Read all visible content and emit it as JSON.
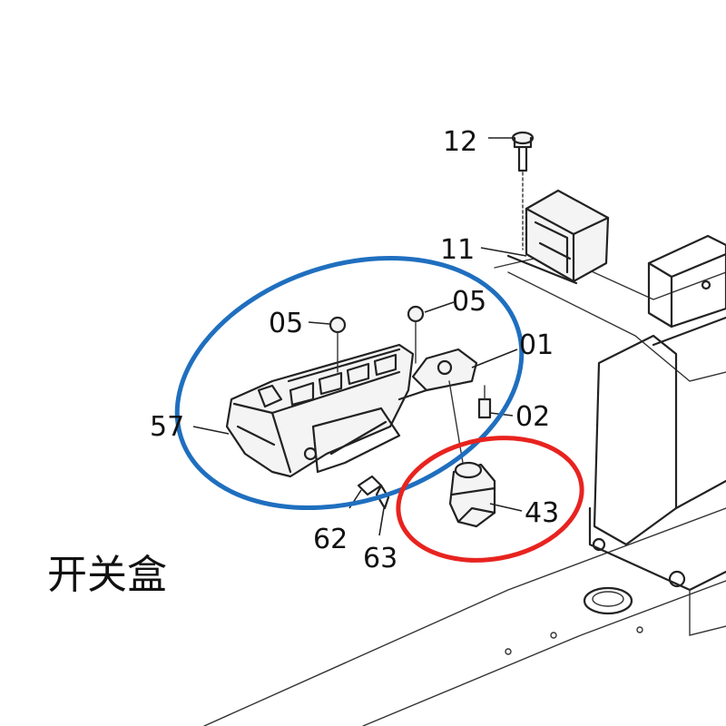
{
  "callouts": {
    "c12": "12",
    "c11": "11",
    "c05a": "05",
    "c05b": "05",
    "c01": "01",
    "c02": "02",
    "c57": "57",
    "c62": "62",
    "c63": "63",
    "c43": "43"
  },
  "caption": "开关盒",
  "colors": {
    "blue_highlight": "#1f6fbf",
    "red_highlight": "#e8231f",
    "line": "#222222"
  }
}
